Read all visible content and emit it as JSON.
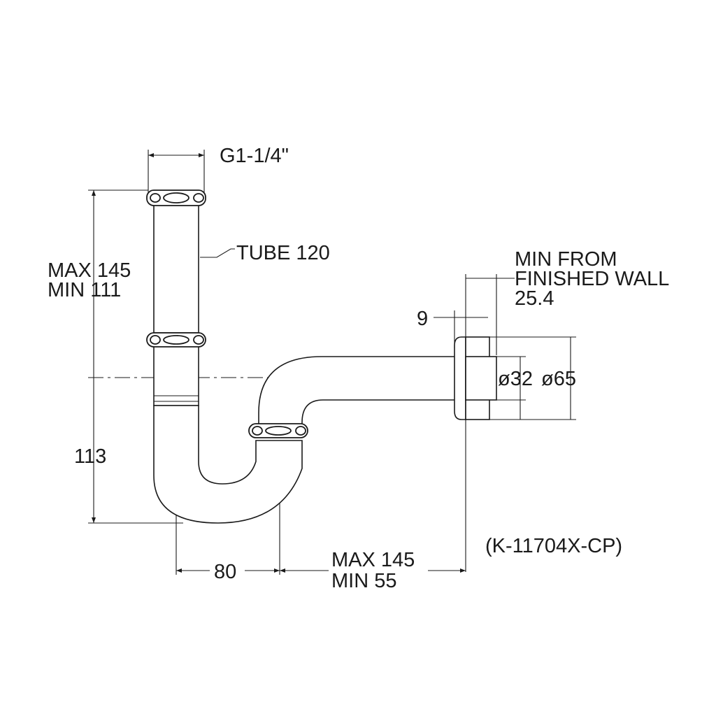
{
  "labels": {
    "thread": "G1-1/4\"",
    "tube": "TUBE 120",
    "height_max": "MAX 145",
    "height_min": "MIN 111",
    "height_drop": "113",
    "wall_line1": "MIN FROM",
    "wall_line2": "FINISHED WALL",
    "wall_value": "25.4",
    "flange": "9",
    "dia_inner": "ø32",
    "dia_outer": "ø65",
    "width": "80",
    "reach_max": "MAX 145",
    "reach_min": "MIN 55",
    "model": "(K-11704X-CP)"
  }
}
